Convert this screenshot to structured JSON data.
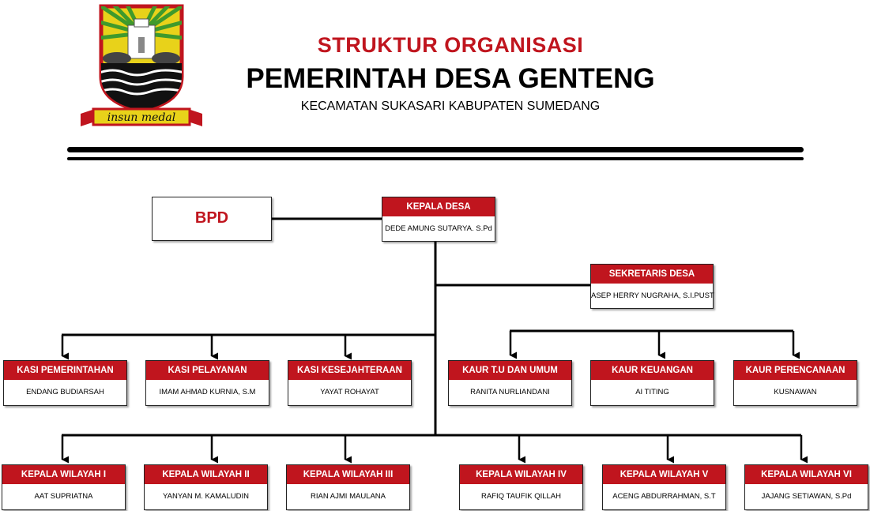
{
  "header": {
    "title_top": "STRUKTUR ORGANISASI",
    "title_main": "PEMERINTAH DESA GENTENG",
    "subtitle": "KECAMATAN SUKASARI KABUPATEN SUMEDANG",
    "logo_motto": "insun medal"
  },
  "bpd": {
    "label": "BPD"
  },
  "kepala_desa": {
    "title": "KEPALA DESA",
    "name": "DEDE AMUNG SUTARYA. S.Pd"
  },
  "sekretaris": {
    "title": "SEKRETARIS DESA",
    "name": "ASEP HERRY NUGRAHA, S.I.PUST"
  },
  "kasi": [
    {
      "title": "KASI PEMERINTAHAN",
      "name": "ENDANG BUDIARSAH"
    },
    {
      "title": "KASI PELAYANAN",
      "name": "IMAM AHMAD KURNIA, S.M"
    },
    {
      "title": "KASI KESEJAHTERAAN",
      "name": "YAYAT ROHAYAT"
    }
  ],
  "kaur": [
    {
      "title": "KAUR T.U DAN UMUM",
      "name": "RANITA NURLIANDANI"
    },
    {
      "title": "KAUR KEUANGAN",
      "name": "AI TITING"
    },
    {
      "title": "KAUR PERENCANAAN",
      "name": "KUSNAWAN"
    }
  ],
  "wilayah": [
    {
      "title": "KEPALA WILAYAH I",
      "name": "AAT SUPRIATNA"
    },
    {
      "title": "KEPALA WILAYAH II",
      "name": "YANYAN M. KAMALUDIN"
    },
    {
      "title": "KEPALA WILAYAH III",
      "name": "RIAN AJMI MAULANA"
    },
    {
      "title": "KEPALA WILAYAH IV",
      "name": "RAFIQ TAUFIK QILLAH"
    },
    {
      "title": "KEPALA WILAYAH V",
      "name": "ACENG ABDURRAHMAN, S.T"
    },
    {
      "title": "KEPALA WILAYAH VI",
      "name": "JAJANG SETIAWAN, S.Pd"
    }
  ],
  "colors": {
    "header_red": "#c0151e",
    "line": "#000000"
  }
}
